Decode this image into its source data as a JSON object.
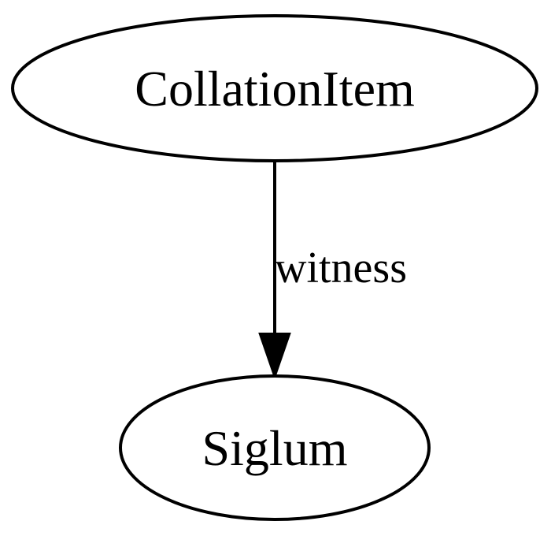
{
  "diagram": {
    "type": "directed-graph",
    "nodes": [
      {
        "id": "collation-item",
        "label": "CollationItem",
        "shape": "ellipse"
      },
      {
        "id": "siglum",
        "label": "Siglum",
        "shape": "ellipse"
      }
    ],
    "edges": [
      {
        "from": "collation-item",
        "to": "siglum",
        "label": "witness"
      }
    ]
  },
  "colors": {
    "background": "#ffffff",
    "stroke": "#000000",
    "text": "#000000"
  }
}
